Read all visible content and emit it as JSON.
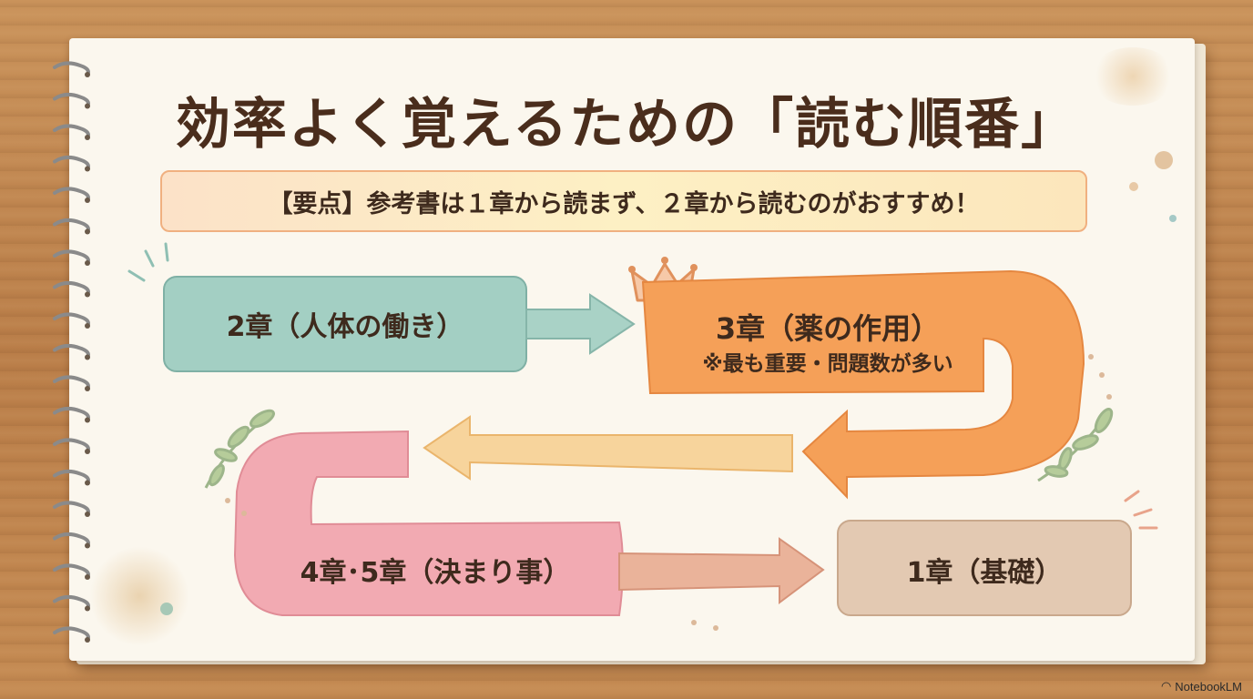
{
  "title": "効率よく覚えるための「読む順番」",
  "keypoint": "【要点】参考書は１章から読まず、２章から読むのがおすすめ！",
  "steps": [
    {
      "label": "2章（人体の働き）",
      "color": "#8fc4b7"
    },
    {
      "label": "3章（薬の作用）",
      "note": "※最も重要・問題数が多い",
      "color": "#f59b4e"
    },
    {
      "label": "4章･5章（決まり事）",
      "color": "#f2a8b0"
    },
    {
      "label": "1章（基礎）",
      "color": "#ddc0a8"
    }
  ],
  "watermark": "NotebookLM"
}
